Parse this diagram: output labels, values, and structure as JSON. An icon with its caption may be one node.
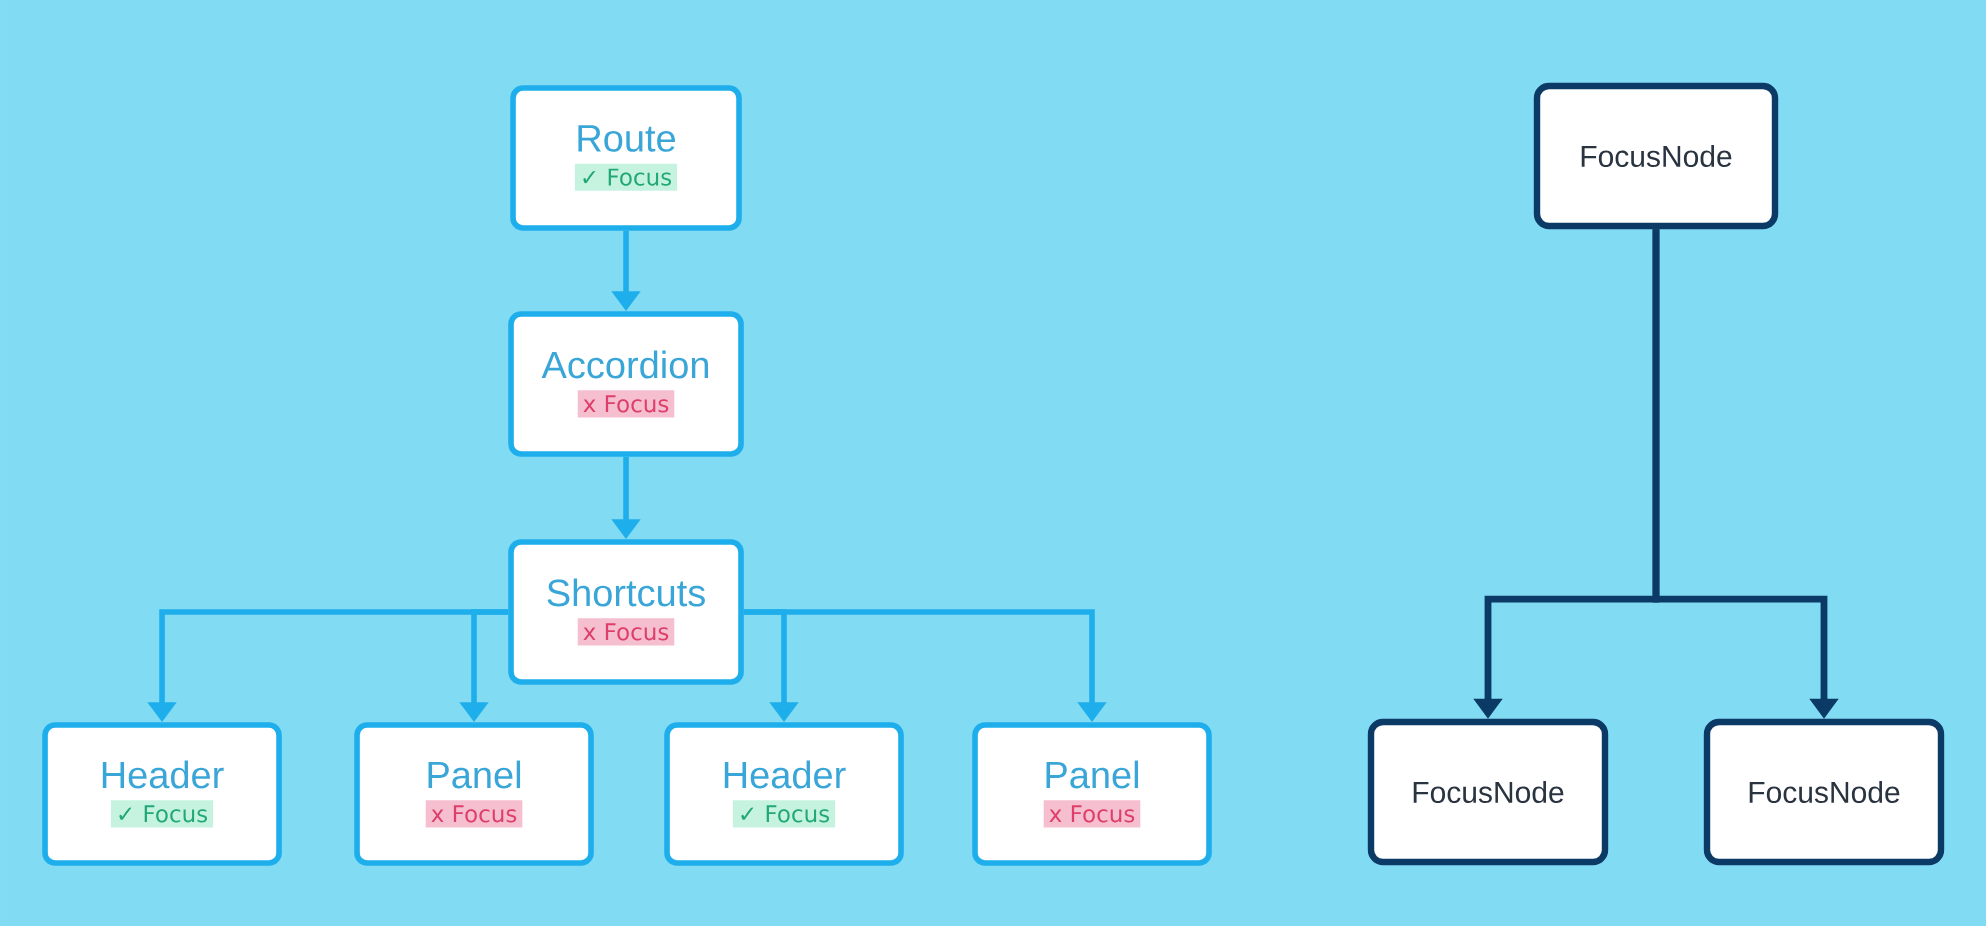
{
  "diagram": {
    "nodes": [
      {
        "text": [
          "Route",
          "✓ Focus"
        ]
      },
      {
        "text": [
          "Accordion",
          "x Focus"
        ]
      },
      {
        "text": [
          "Shortcuts",
          "x Focus"
        ]
      },
      {
        "text": [
          "Header",
          "✓ Focus"
        ]
      },
      {
        "text": [
          "Panel",
          "x Focus"
        ]
      },
      {
        "text": [
          "Header",
          "✓ Focus"
        ]
      },
      {
        "text": [
          "Panel",
          "x Focus"
        ]
      },
      {
        "text": [
          "FocusNode"
        ]
      },
      {
        "text": [
          "FocusNode"
        ]
      },
      {
        "text": [
          "FocusNode"
        ]
      }
    ],
    "edges": [
      {
        "from": 0,
        "to": 1,
        "arrow": "to"
      },
      {
        "from": 1,
        "to": 2,
        "arrow": "to"
      },
      {
        "from": 2,
        "to": 3,
        "arrow": "to"
      },
      {
        "from": 2,
        "to": 4,
        "arrow": "to"
      },
      {
        "from": 2,
        "to": 5,
        "arrow": "to"
      },
      {
        "from": 2,
        "to": 6,
        "arrow": "to"
      },
      {
        "from": 7,
        "to": 8,
        "arrow": "to",
        "color": "#0b3a66"
      },
      {
        "from": 7,
        "to": 9,
        "arrow": "to",
        "color": "#0b3a66"
      }
    ]
  }
}
